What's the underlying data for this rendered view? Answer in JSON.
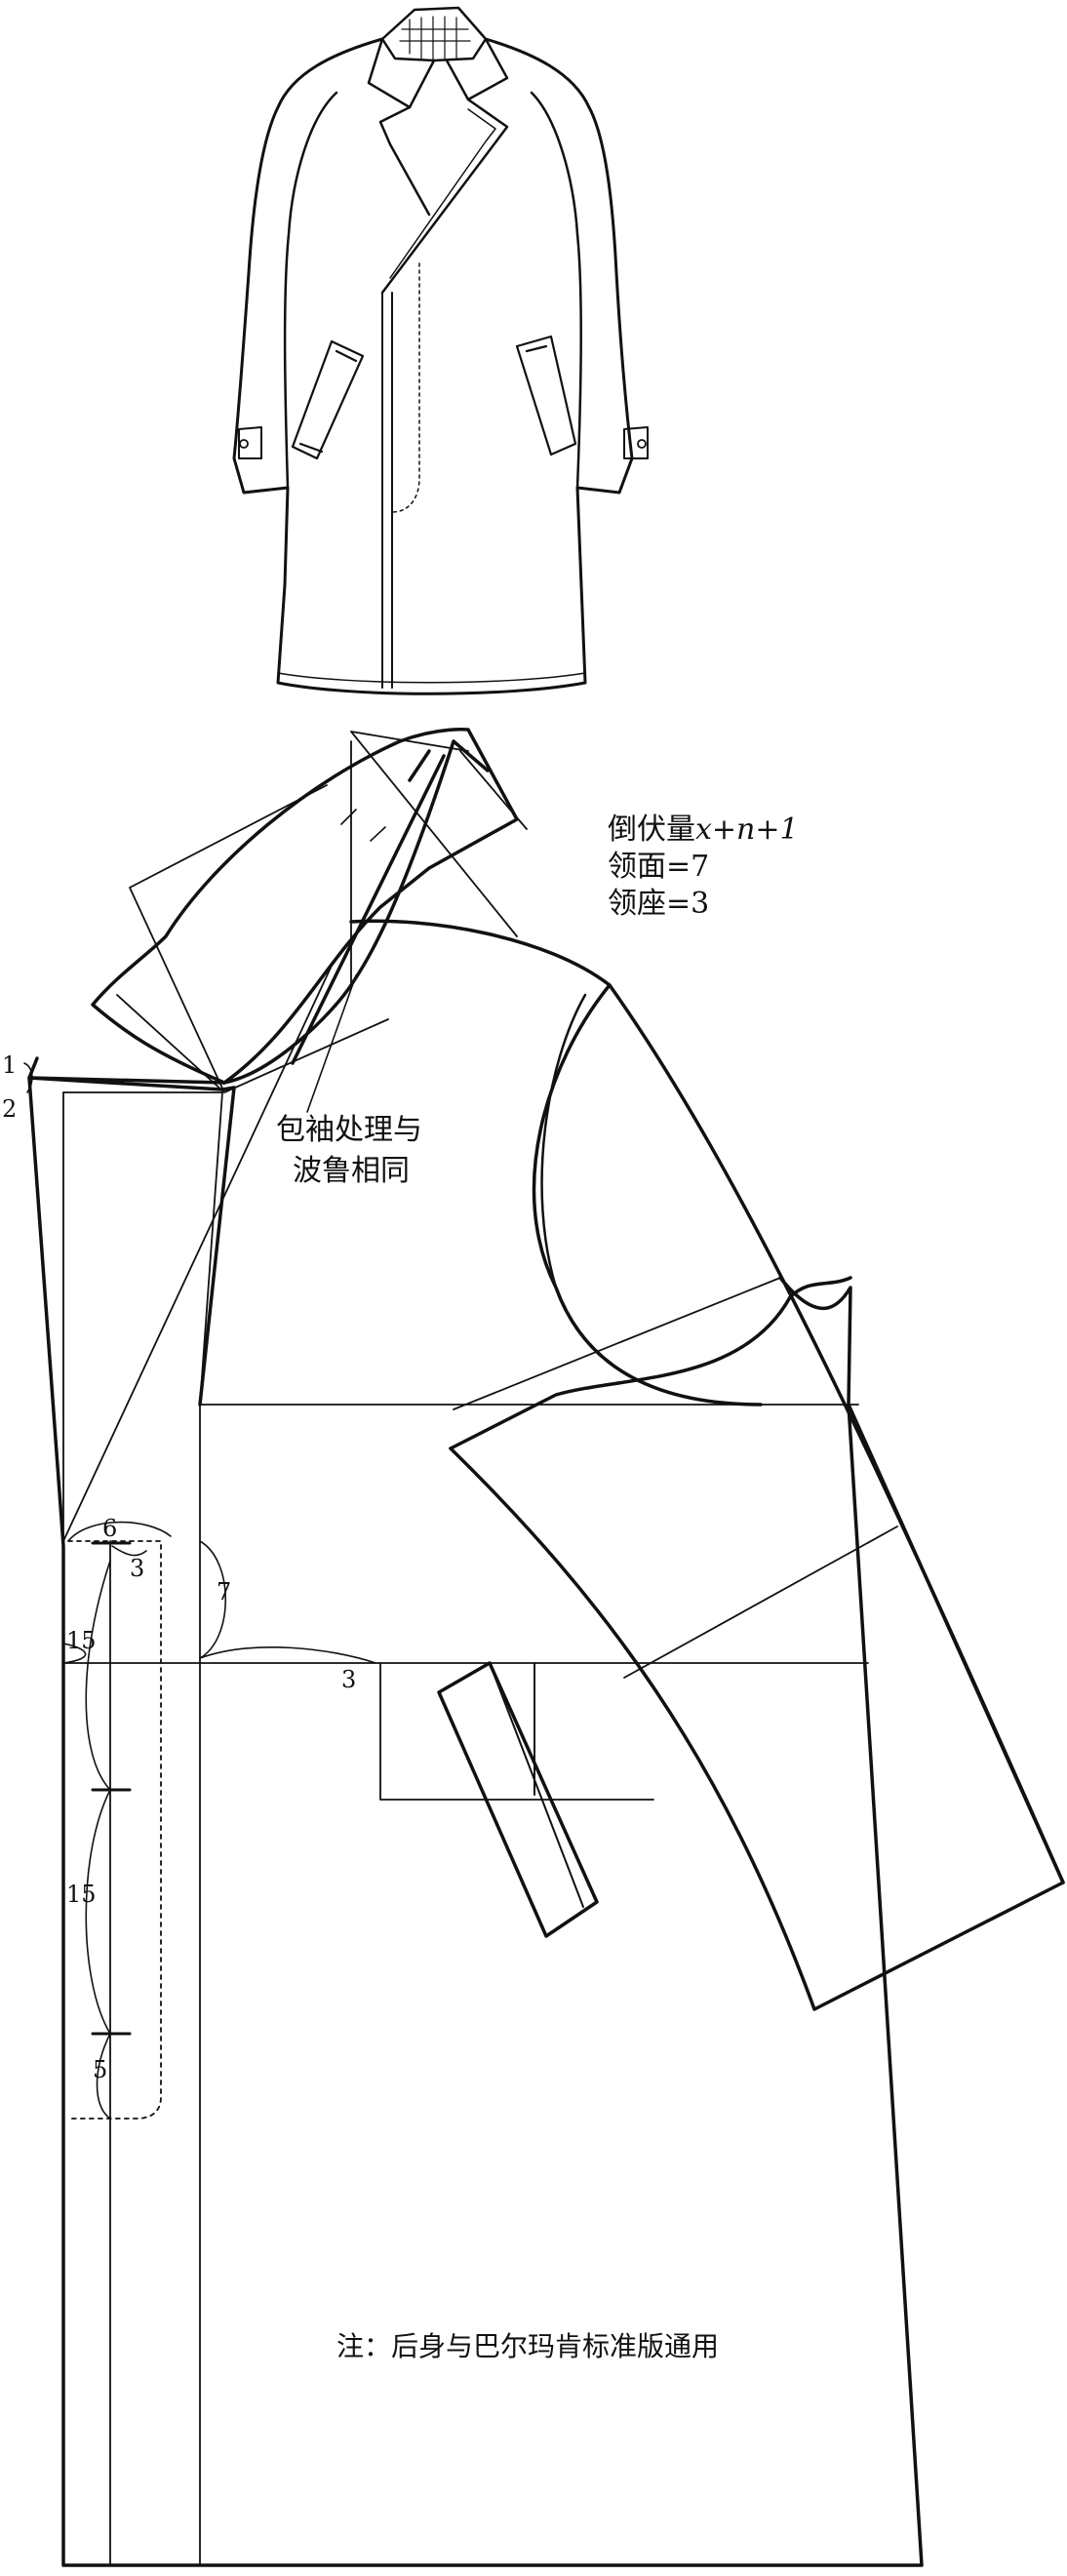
{
  "collar_notes": {
    "line1_prefix": "倒伏量",
    "line1_formula": "x+n+1",
    "line2": "领面=7",
    "line3": "领座=3"
  },
  "sleeve_note": {
    "line1": "包袖处理与",
    "line2": "波鲁相同"
  },
  "footer_note": "注：后身与巴尔玛肯标准版通用",
  "dimensions": {
    "d1": "1",
    "d2": "2",
    "d6": "6",
    "d3a": "3",
    "d7": "7",
    "d15a": "15",
    "d3b": "3",
    "d15b": "15",
    "d5": "5"
  }
}
